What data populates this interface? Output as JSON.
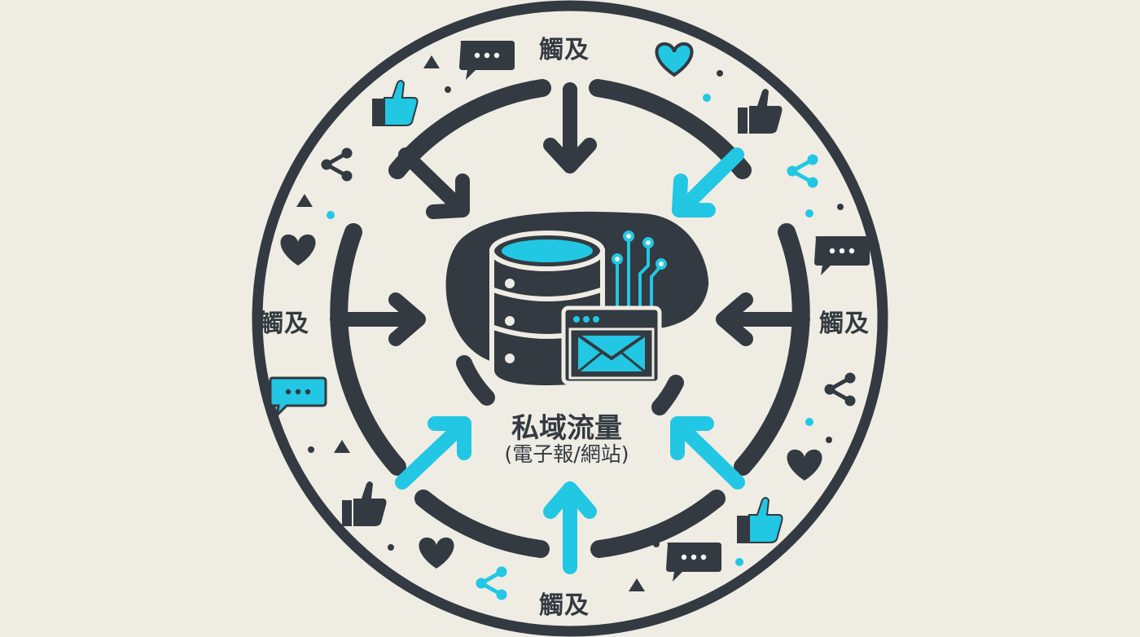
{
  "diagram": {
    "center": {
      "title": "私域流量",
      "subtitle": "(電子報/網站)"
    },
    "reach_labels": {
      "top": "觸及",
      "left": "觸及",
      "right": "觸及",
      "bottom": "觸及"
    },
    "colors": {
      "background": "#efece3",
      "dark": "#333a41",
      "accent": "#22c7e3"
    },
    "icons": [
      "database-icon",
      "circuit-icon",
      "email-icon",
      "like-icon",
      "heart-icon",
      "share-icon",
      "chat-bubble-icon"
    ]
  }
}
